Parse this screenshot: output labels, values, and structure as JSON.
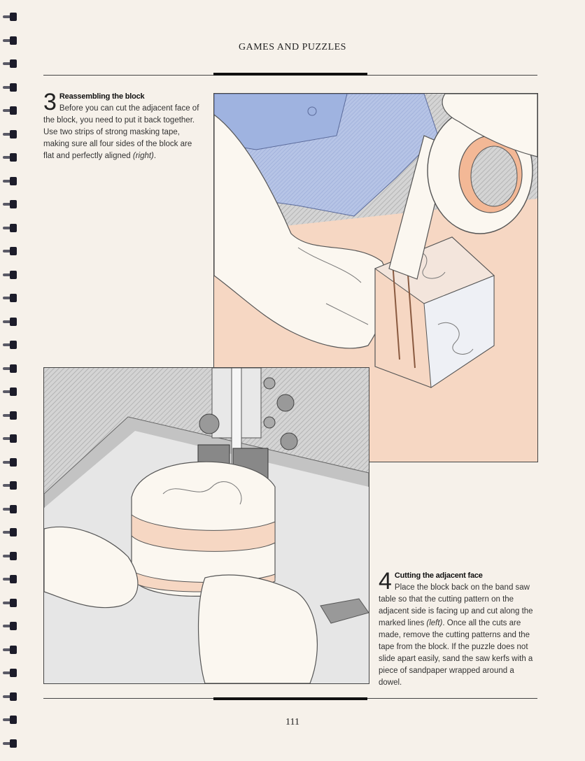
{
  "header": {
    "title": "GAMES AND PUZZLES"
  },
  "step3": {
    "number": "3",
    "heading": "Reassembling the block",
    "body_pre": "Before you can cut the adjacent face of the block, you need to put it back together. Use two strips of strong masking tape, making sure all four sides of the block are flat and perfectly aligned ",
    "ref": "(right)",
    "body_post": "."
  },
  "step4": {
    "number": "4",
    "heading": "Cutting the adjacent face",
    "body_pre": "Place the block back on the band saw table so that the cutting pattern on the adjacent side is facing up and cut along the marked lines ",
    "ref": "(left)",
    "body_post": ". Once all the cuts are made, remove the cutting patterns and the tape from the block. If the puzzle does not slide apart easily, sand the saw kerfs with a piece of sandpaper wrapped around a dowel."
  },
  "footer": {
    "page_number": "111"
  },
  "colors": {
    "paper": "#f6f1ea",
    "wood": "#f6d7c3",
    "sleeve": "#8fa7d8",
    "gray_table": "#b9b9b9"
  }
}
